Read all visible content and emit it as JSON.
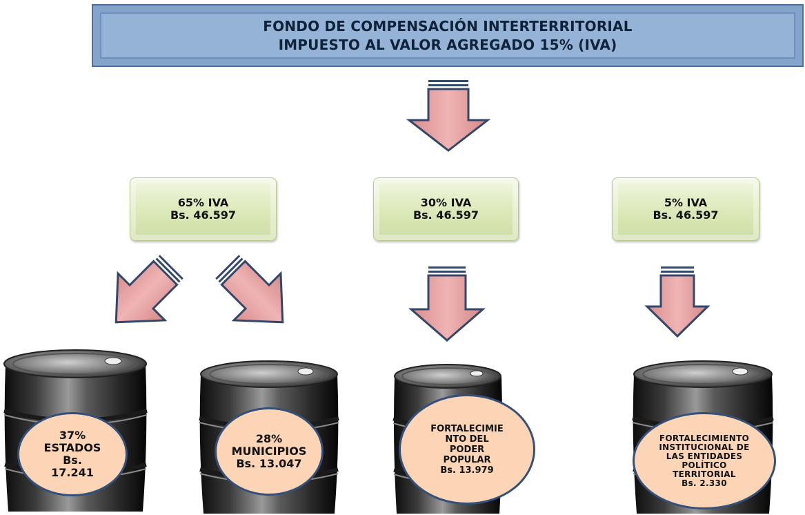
{
  "header": {
    "line1": "FONDO DE COMPENSACIÓN INTERTERRITORIAL",
    "line2": "IMPUESTO AL VALOR AGREGADO 15% (IVA)"
  },
  "allocations": [
    {
      "line1": "65% IVA",
      "line2": "Bs. 46.597"
    },
    {
      "line1": "30% IVA",
      "line2": "Bs. 46.597"
    },
    {
      "line1": "5% IVA",
      "line2": "Bs. 46.597"
    }
  ],
  "destinations": [
    {
      "lines": [
        "37%",
        "ESTADOS",
        "Bs.",
        "17.241"
      ]
    },
    {
      "lines": [
        "28%",
        "MUNICIPIOS",
        "Bs. 13.047"
      ]
    },
    {
      "lines": [
        "FORTALECIMIE",
        "NTO DEL",
        "PODER",
        "POPULAR",
        "Bs. 13.979"
      ]
    },
    {
      "lines": [
        "FORTALECIMIENTO",
        "INSTITUCIONAL DE",
        "LAS ENTIDADES",
        "POLÍTICO",
        "TERRITORIAL",
        "Bs. 2.330"
      ]
    }
  ],
  "colors": {
    "title_fill": "#95b3d7",
    "arrow_fill": "#e6a3a3",
    "arrow_stroke": "#33476b",
    "allocation_fill": "#dbe8b8",
    "circle_fill": "#fbd5b5",
    "circle_stroke": "#34507a"
  }
}
